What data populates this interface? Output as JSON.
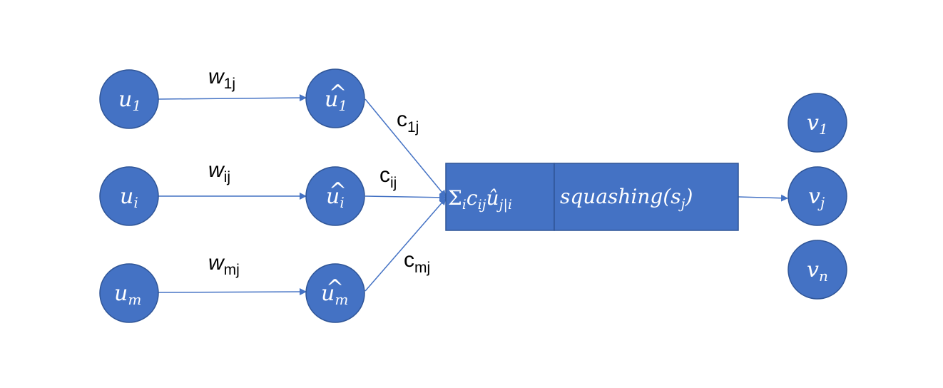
{
  "colors": {
    "node_fill": "#4472C4",
    "node_stroke": "#2F5597",
    "edge": "#4472C4",
    "text_on_node": "#FFFFFF",
    "edge_label": "#000000"
  },
  "nodes": {
    "u1": {
      "base": "u",
      "sub": "1",
      "hat": false
    },
    "ui": {
      "base": "u",
      "sub": "i",
      "hat": false
    },
    "um": {
      "base": "u",
      "sub": "m",
      "hat": false
    },
    "uhat1": {
      "base": "u",
      "sub": "1",
      "hat": true
    },
    "uhati": {
      "base": "u",
      "sub": "i",
      "hat": true
    },
    "uhatm": {
      "base": "u",
      "sub": "m",
      "hat": true
    },
    "v1": {
      "base": "v",
      "sub": "1",
      "hat": false
    },
    "vj": {
      "base": "v",
      "sub": "j",
      "hat": false
    },
    "vn": {
      "base": "v",
      "sub": "n",
      "hat": false
    }
  },
  "edge_labels": {
    "w1j": {
      "base": "w",
      "sub": "1j"
    },
    "wij": {
      "base": "w",
      "sub": "ij"
    },
    "wmj": {
      "base": "w",
      "sub": "mj"
    },
    "c1j": {
      "base": "c",
      "sub": "1j"
    },
    "cij": {
      "base": "c",
      "sub": "ij"
    },
    "cmj": {
      "base": "c",
      "sub": "mj"
    }
  },
  "box": {
    "sum": {
      "sigma": "Σ",
      "sigma_sub": "i",
      "c": "c",
      "c_sub": "ij",
      "u": "û",
      "u_sub": "j|i"
    },
    "squash": {
      "func": "squashing(",
      "arg": "s",
      "arg_sub": "j",
      "close": ")"
    }
  }
}
